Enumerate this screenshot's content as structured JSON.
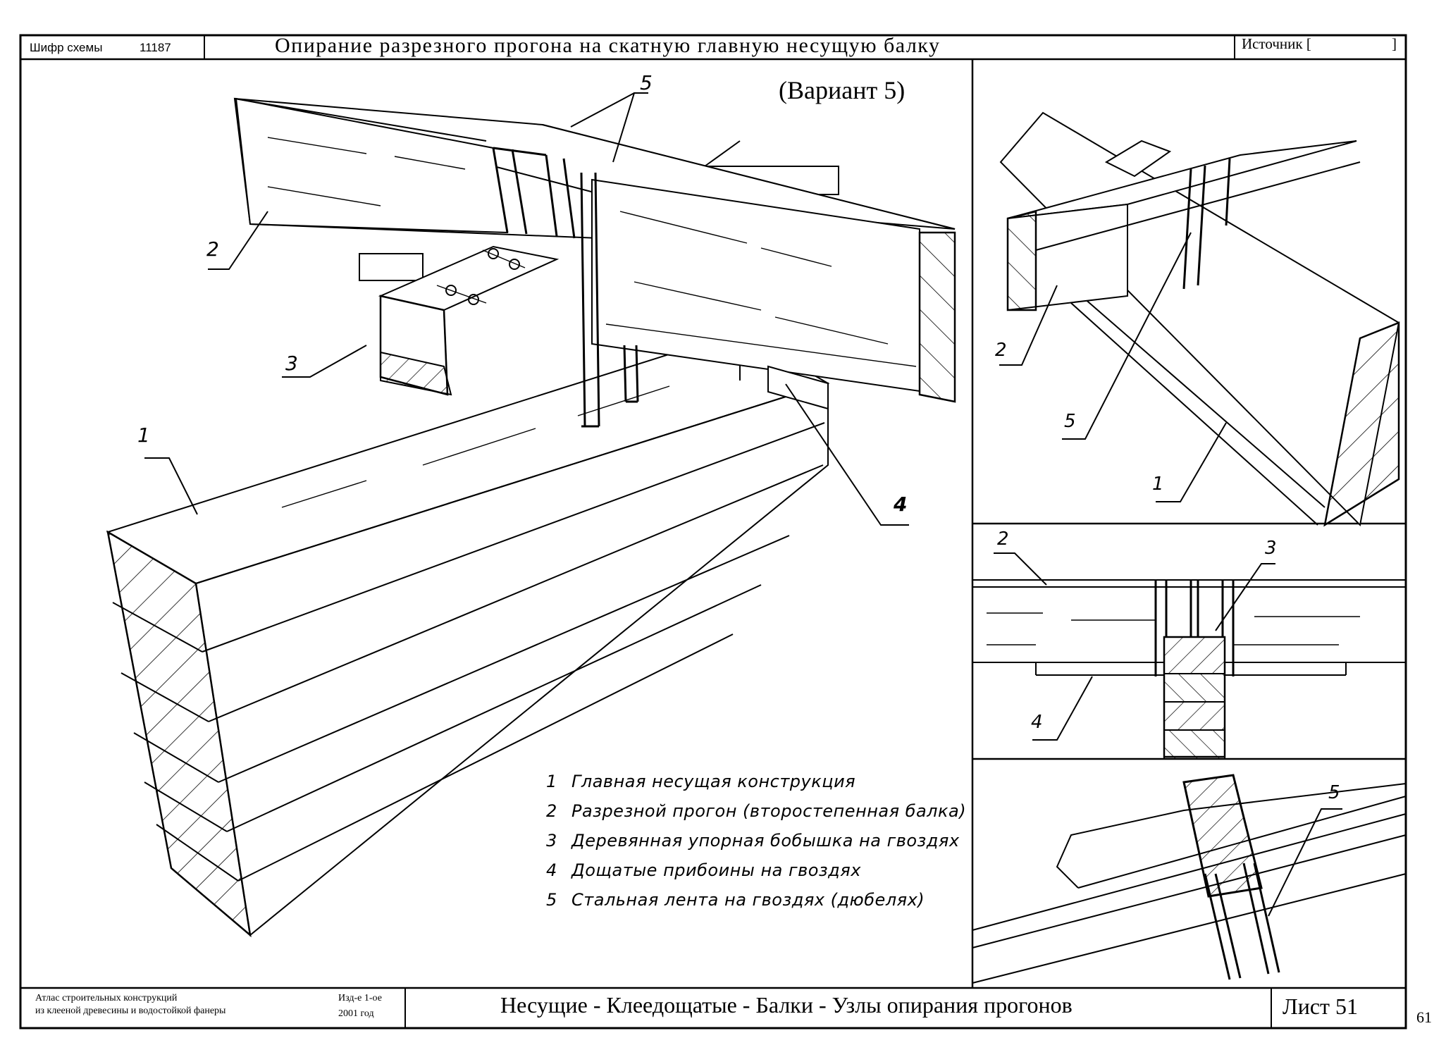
{
  "header": {
    "scheme_label": "Шифр схемы",
    "scheme_code": "11187",
    "title": "Опирание разрезного прогона на скатную главную несущую балку",
    "source_label": "Источник [",
    "source_close": "]"
  },
  "variant": "(Вариант 5)",
  "callouts": {
    "main_5": "5",
    "main_2": "2",
    "main_3": "3",
    "main_1": "1",
    "main_4": "4",
    "r1_2": "2",
    "r1_5": "5",
    "r1_1": "1",
    "r2_2": "2",
    "r2_3": "3",
    "r2_4": "4",
    "r3_5": "5"
  },
  "legend": [
    {
      "num": "1",
      "text": "Главная несущая конструкция"
    },
    {
      "num": "2",
      "text": "Разрезной прогон (второстепенная балка)"
    },
    {
      "num": "3",
      "text": "Деревянная упорная бобышка на гвоздях"
    },
    {
      "num": "4",
      "text": "Дощатые прибоины на гвоздях"
    },
    {
      "num": "5",
      "text": "Стальная лента на гвоздях (дюбелях)"
    }
  ],
  "footer": {
    "atlas_line1": "Атлас строительных конструкций",
    "atlas_line2": "из клееной древесины и водостойкой фанеры",
    "edition": "Изд-е 1-ое",
    "year": "2001 год",
    "breadcrumb": "Несущие - Клеедощатые - Балки - Узлы опирания прогонов",
    "sheet": "Лист 51"
  },
  "page_number": "61"
}
